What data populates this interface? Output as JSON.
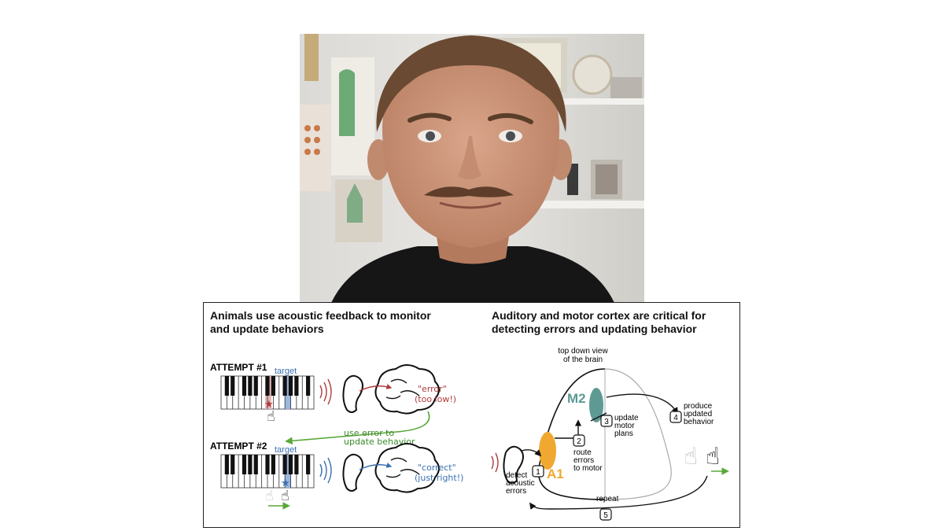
{
  "left_panel": {
    "title_line1": "Animals use acoustic feedback to monitor",
    "title_line2": "and update behaviors",
    "attempt1": {
      "label": "ATTEMPT #1",
      "target_label": "target",
      "quote_line1": "\"error\"",
      "quote_line2": "(too low!)"
    },
    "attempt2": {
      "label": "ATTEMPT #2",
      "target_label": "target",
      "quote_line1": "\"correct\"",
      "quote_line2": "(just right!)"
    },
    "arrow_text_line1": "use error to",
    "arrow_text_line2": "update behavior"
  },
  "right_panel": {
    "title_line1": "Auditory and motor cortex are critical for",
    "title_line2": "detecting errors and updating behavior",
    "brain_caption_line1": "top down view",
    "brain_caption_line2": "of the brain",
    "m2_label": "M2",
    "a1_label": "A1",
    "steps": [
      {
        "num": "1",
        "lines": [
          "detect",
          "acoustic",
          "errors"
        ]
      },
      {
        "num": "2",
        "lines": [
          "route",
          "errors",
          "to motor"
        ]
      },
      {
        "num": "3",
        "lines": [
          "update",
          "motor",
          "plans"
        ]
      },
      {
        "num": "4",
        "lines": [
          "produce",
          "updated",
          "behavior"
        ]
      },
      {
        "num": "5",
        "lines": [
          "repeat"
        ]
      }
    ]
  },
  "colors": {
    "error_red": "#b03a3a",
    "correct_blue": "#3a6fb0",
    "green_arrow": "#5aa83a",
    "m2_teal": "#5e9a94",
    "a1_orange": "#f0a830",
    "target_key": "#9bb6e0"
  }
}
